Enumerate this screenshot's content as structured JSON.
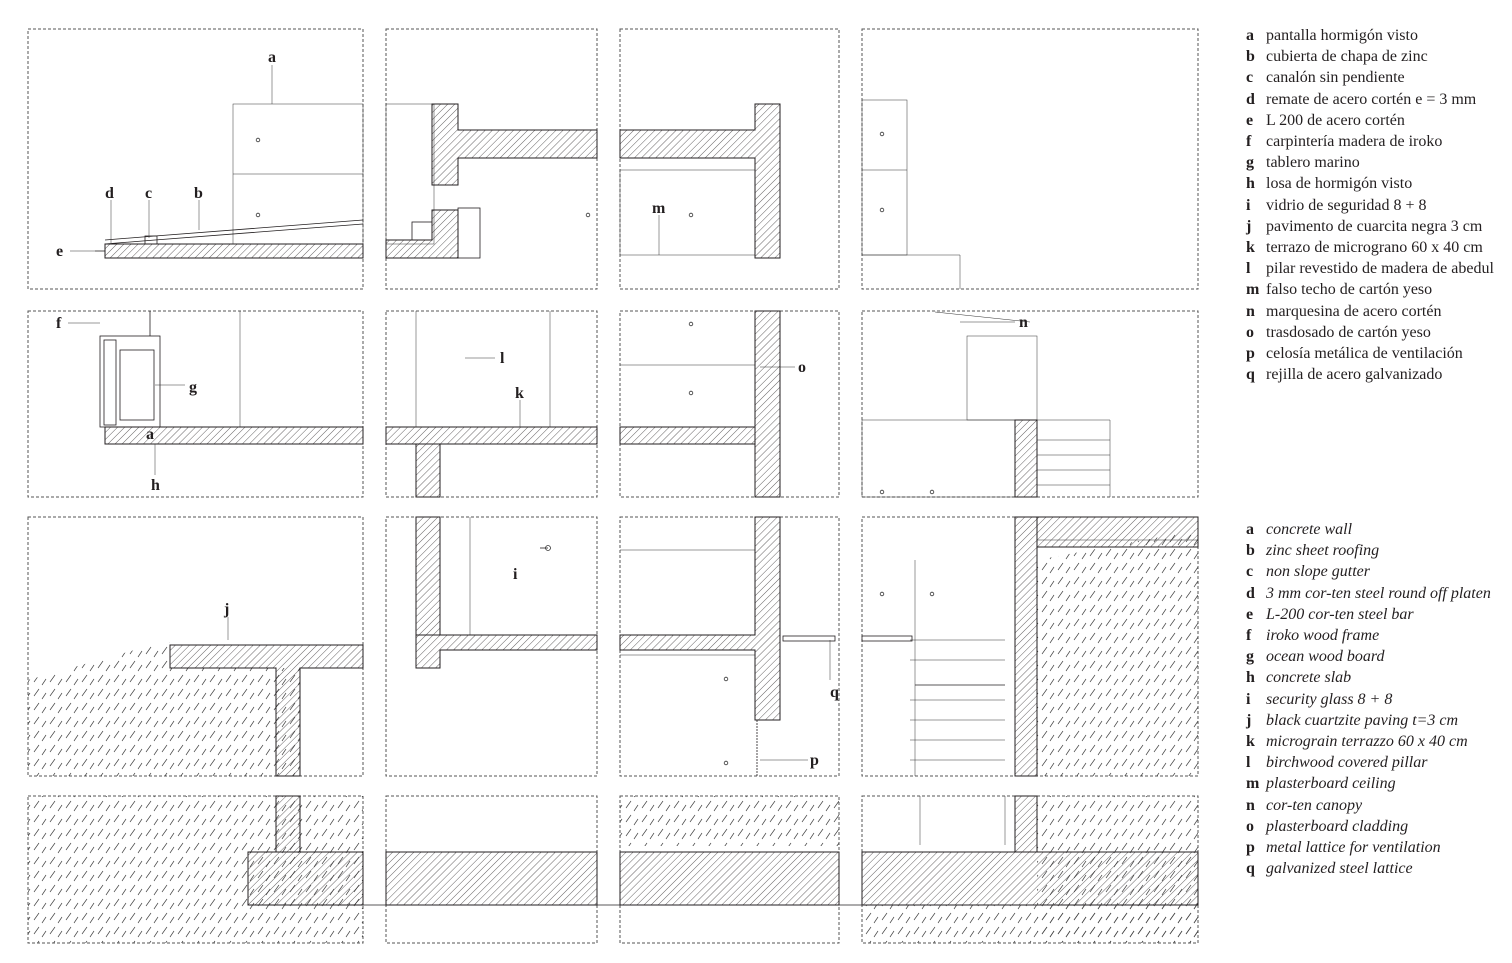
{
  "callouts": {
    "a1": "a",
    "b": "b",
    "c": "c",
    "d": "d",
    "e": "e",
    "f": "f",
    "g": "g",
    "a2": "a",
    "h": "h",
    "l": "l",
    "k": "k",
    "m": "m",
    "n": "n",
    "o": "o",
    "j": "j",
    "i": "i",
    "q": "q",
    "p": "p"
  },
  "legend_es": [
    {
      "key": "a",
      "text": "pantalla hormigón visto"
    },
    {
      "key": "b",
      "text": "cubierta de chapa de zinc"
    },
    {
      "key": "c",
      "text": "canalón sin pendiente"
    },
    {
      "key": "d",
      "text": "remate de acero cortén e = 3 mm"
    },
    {
      "key": "e",
      "text": "L 200 de acero cortén"
    },
    {
      "key": "f",
      "text": "carpintería madera de iroko"
    },
    {
      "key": "g",
      "text": "tablero marino"
    },
    {
      "key": "h",
      "text": "losa de hormigón visto"
    },
    {
      "key": "i",
      "text": "vidrio de seguridad 8 + 8"
    },
    {
      "key": "j",
      "text": "pavimento de cuarcita negra 3 cm"
    },
    {
      "key": "k",
      "text": "terrazo de micrograno 60 x 40 cm"
    },
    {
      "key": "l",
      "text": "pilar revestido de madera de abedul"
    },
    {
      "key": "m",
      "text": "falso techo de cartón yeso"
    },
    {
      "key": "n",
      "text": "marquesina de acero cortén"
    },
    {
      "key": "o",
      "text": "trasdosado de cartón yeso"
    },
    {
      "key": "p",
      "text": "celosía metálica de ventilación"
    },
    {
      "key": "q",
      "text": "rejilla de acero galvanizado"
    }
  ],
  "legend_en": [
    {
      "key": "a",
      "text": "concrete wall"
    },
    {
      "key": "b",
      "text": "zinc sheet roofing"
    },
    {
      "key": "c",
      "text": "non slope gutter"
    },
    {
      "key": "d",
      "text": "3 mm cor-ten steel round off platen"
    },
    {
      "key": "e",
      "text": "L-200 cor-ten steel bar"
    },
    {
      "key": "f",
      "text": "iroko wood frame"
    },
    {
      "key": "g",
      "text": "ocean wood board"
    },
    {
      "key": "h",
      "text": "concrete slab"
    },
    {
      "key": "i",
      "text": "security glass 8 + 8"
    },
    {
      "key": "j",
      "text": "black cuartzite paving t=3 cm"
    },
    {
      "key": "k",
      "text": "micrograin terrazzo 60 x 40 cm"
    },
    {
      "key": "l",
      "text": "birchwood covered pillar"
    },
    {
      "key": "m",
      "text": "plasterboard ceiling"
    },
    {
      "key": "n",
      "text": "cor-ten canopy"
    },
    {
      "key": "o",
      "text": "plasterboard cladding"
    },
    {
      "key": "p",
      "text": "metal lattice for ventilation"
    },
    {
      "key": "q",
      "text": "galvanized steel lattice"
    }
  ]
}
